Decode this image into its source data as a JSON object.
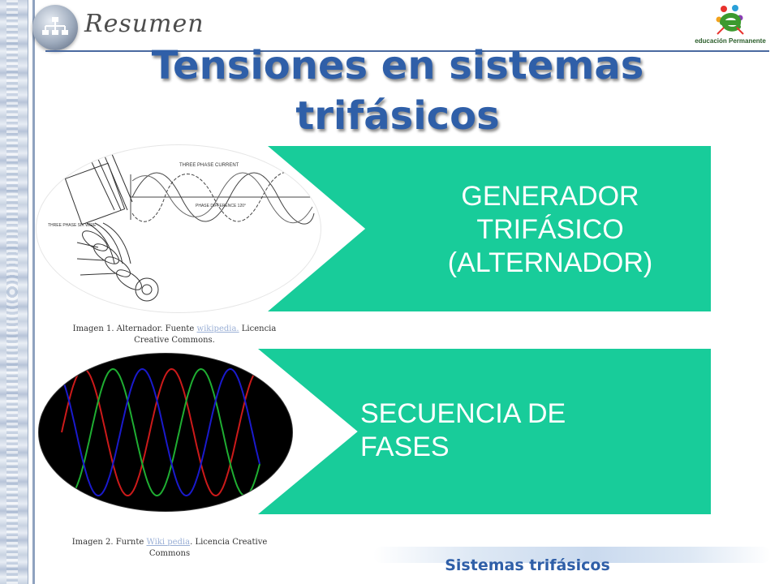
{
  "header": {
    "section_title": "Resumen",
    "logo_text": "educación Permanente",
    "icons": [
      "org-chart-icon",
      "logo-icon"
    ]
  },
  "slide": {
    "title": "Tensiones en sistemas trifásicos",
    "box1": {
      "text": "GENERADOR TRIFÁSICO (ALTERNADOR)"
    },
    "box2": {
      "text": "SECUENCIA DE FASES"
    },
    "image1_caption": {
      "before": "Imagen 1. Alternador. Fuente ",
      "link": "wikipedia.",
      "after": " Licencia Creative Commons."
    },
    "image1_labels": {
      "heading": "THREE PHASE CURRENT",
      "phase_diff": "PHASE DIFFERENCE 120°",
      "wire": "THREE PHASE SIX WIRE"
    },
    "image2_caption": {
      "before": "Imagen 2. Furnte ",
      "link": "Wiki pedia",
      "after": ". Licencia Creative Commons"
    }
  },
  "footer": {
    "text": "Sistemas trifásicos"
  },
  "colors": {
    "accent_green": "#18cc9a",
    "title_blue": "#2f5fa8",
    "phase_red": "#cc1a1a",
    "phase_green": "#1fae32",
    "phase_blue": "#1a1acc"
  }
}
